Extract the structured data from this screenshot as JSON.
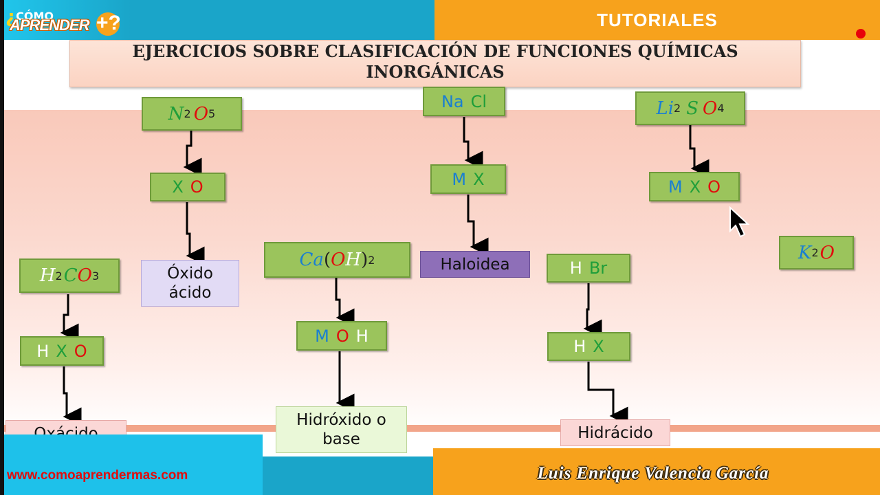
{
  "header": {
    "logo_line1": "CÓMO",
    "logo_question": "¿",
    "logo_line2": "APRENDER",
    "logo_plus": "+?",
    "section_label": "TUTORIALES"
  },
  "title": {
    "line1": "EJERCICIOS SOBRE CLASIFICACIÓN DE FUNCIONES QUÍMICAS",
    "line2": "INORGÁNICAS"
  },
  "diagrams": {
    "n2o5": {
      "formula": {
        "a": "N",
        "a_sub": "2",
        "b": "O",
        "b_sub": "5"
      },
      "pattern": {
        "a": "X",
        "b": "O"
      },
      "result_line1": "Óxido",
      "result_line2": "ácido"
    },
    "h2co3": {
      "formula": {
        "a": "H",
        "a_sub": "2",
        "b": "C",
        "c": "O",
        "c_sub": "3"
      },
      "pattern": {
        "a": "H",
        "b": "X",
        "c": "O"
      },
      "result": "Oxácido"
    },
    "caoh2": {
      "formula": {
        "a": "Ca",
        "open": "(",
        "b": "O",
        "c": "H",
        "close": ")",
        "sub": "2"
      },
      "pattern": {
        "a": "M",
        "b": "O",
        "c": "H"
      },
      "result_line1": "Hidróxido o",
      "result_line2": "base"
    },
    "nacl": {
      "formula": {
        "a": "Na",
        "b": "Cl"
      },
      "pattern": {
        "a": "M",
        "b": "X"
      },
      "result": "Haloidea"
    },
    "hbr": {
      "formula": {
        "a": "H",
        "b": "Br"
      },
      "pattern": {
        "a": "H",
        "b": "X"
      },
      "result": "Hidrácido"
    },
    "li2so4": {
      "formula": {
        "a": "Li",
        "a_sub": "2",
        "b": "S",
        "c": "O",
        "c_sub": "4"
      },
      "pattern": {
        "a": "M",
        "b": "X",
        "c": "O"
      }
    },
    "k2o": {
      "formula": {
        "a": "K",
        "a_sub": "2",
        "b": "O"
      }
    }
  },
  "colors": {
    "metal": "#1a7fd1",
    "nonmetal": "#1f9e3a",
    "oxygen": "#e00d0d",
    "hydrogen": "#ffffff",
    "box_green": "#9bc45c"
  },
  "footer": {
    "url": "www.comoaprendermas.com",
    "author": "Luis Enrique Valencia García"
  }
}
